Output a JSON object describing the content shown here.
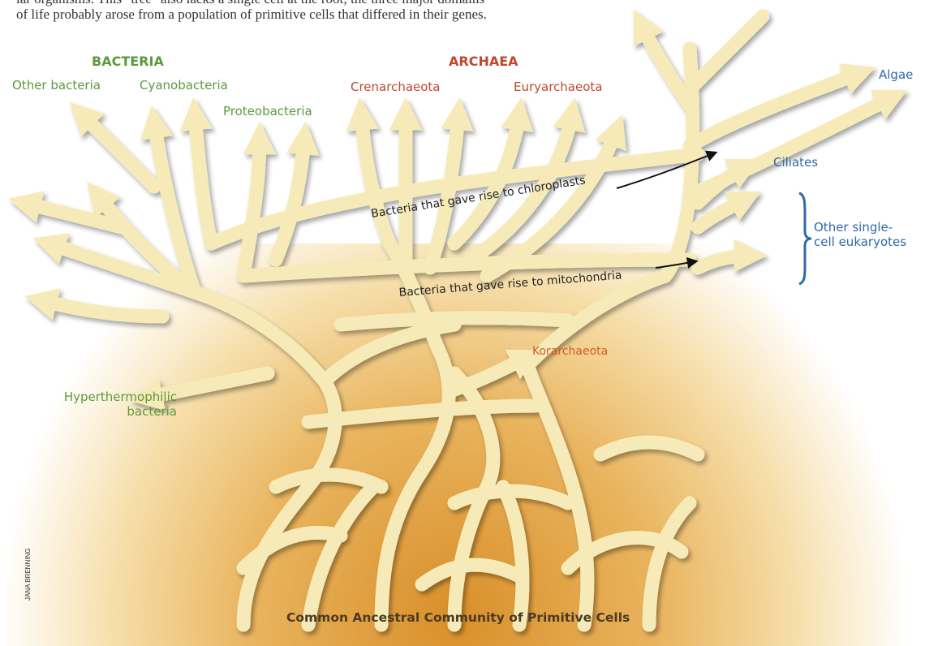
{
  "caption": {
    "line1": "lar organisms. This \"tree\" also lacks a single cell at the root; the three major domains",
    "line2": "of life probably arose from a population of primitive cells that differed in their genes."
  },
  "domains": {
    "bacteria": "BACTERIA",
    "archaea": "ARCHAEA"
  },
  "bacteria_labels": {
    "other_bacteria": "Other bacteria",
    "cyanobacteria": "Cyanobacteria",
    "proteobacteria": "Proteobacteria",
    "hyperthermophilic_line1": "Hyperthermophilic",
    "hyperthermophilic_line2": "bacteria"
  },
  "archaea_labels": {
    "crenarchaeota": "Crenarchaeota",
    "euryarchaeota": "Euryarchaeota",
    "korarchaeota": "Korarchaeota"
  },
  "eukaryote_labels": {
    "algae": "Algae",
    "ciliates": "Ciliates",
    "other_single_line1": "Other single-",
    "other_single_line2": "cell eukaryotes"
  },
  "transfers": {
    "chloroplasts": "Bacteria that gave rise to chloroplasts",
    "mitochondria": "Bacteria that gave rise to mitochondria"
  },
  "root_label": "Common Ancestral Community of Primitive Cells",
  "credit": "JANA BRENNING",
  "colors": {
    "branch": "#f6ebb8",
    "branch_shadow": "#8a6a3a",
    "ground_top": "#f4e3b0",
    "ground_bottom": "#d98f2a",
    "bacteria": "#5a9a3c",
    "archaea": "#c0492c",
    "eukarya": "#2e6aa8"
  }
}
